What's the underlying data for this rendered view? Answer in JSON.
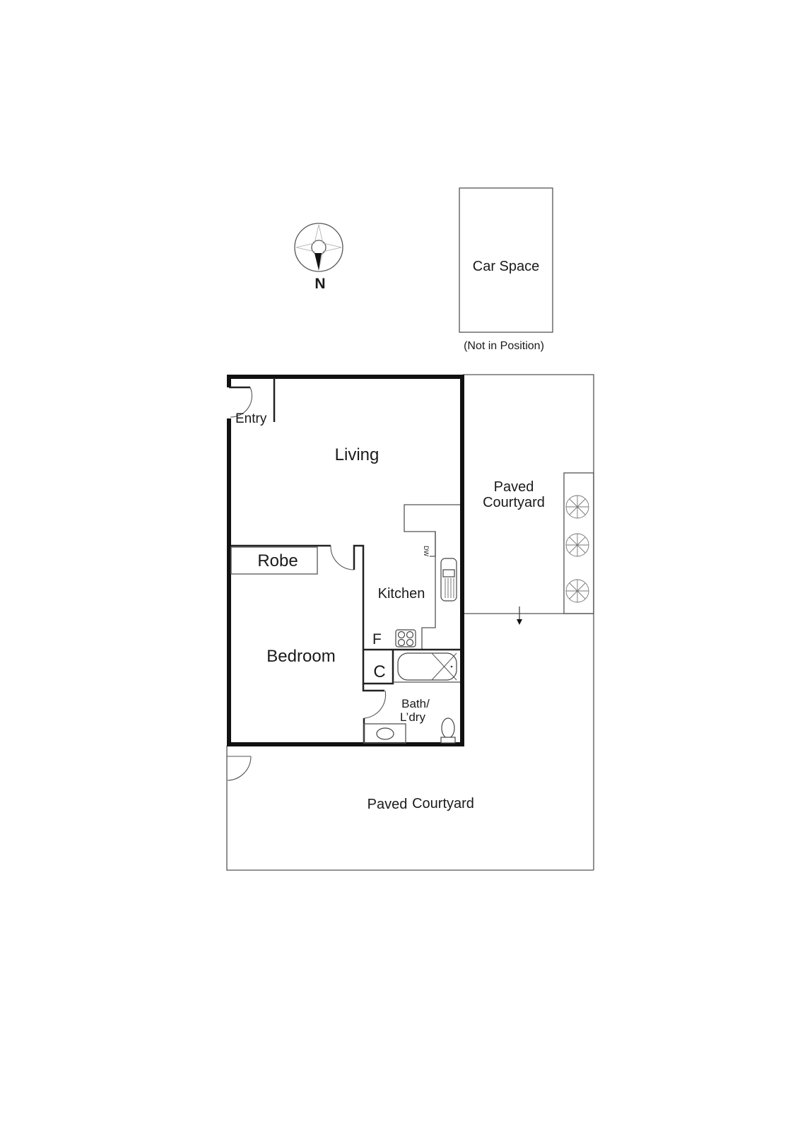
{
  "compass": {
    "label": "N"
  },
  "car_space": {
    "label": "Car Space",
    "note": "(Not in Position)"
  },
  "rooms": {
    "entry": "Entry",
    "living": "Living",
    "robe": "Robe",
    "kitchen": "Kitchen",
    "fridge": "F",
    "cupboard": "C",
    "bedroom": "Bedroom",
    "bath_line1": "Bath/",
    "bath_line2": "L’dry",
    "dishwasher": "DW"
  },
  "courtyards": {
    "side_line1": "Paved",
    "side_line2": "Courtyard",
    "rear_word1": "Paved",
    "rear_word2": "Courtyard"
  },
  "colors": {
    "wall": "#111111",
    "line": "#555555",
    "background": "#ffffff"
  }
}
